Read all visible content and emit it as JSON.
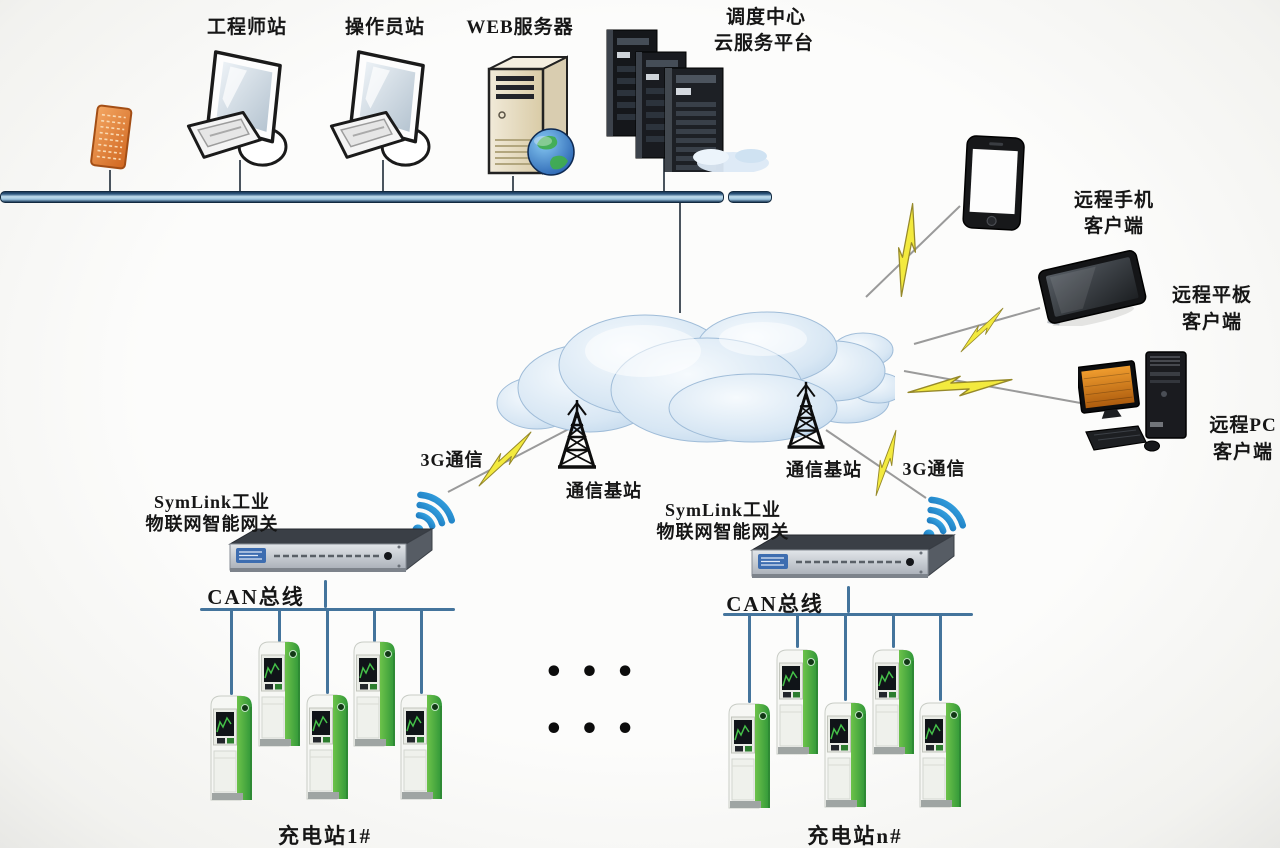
{
  "colors": {
    "background": "#fbfbfa",
    "bus_bar_dark": "#1c3a58",
    "bus_bar_light": "#c2deee",
    "can_bus_line": "#44749c",
    "lightning_yellow": "#f3ea3e",
    "wifi_blue": "#1878c8",
    "pile_green": "#3fae49",
    "cloud_blue": "#c8ddf0",
    "chip_orange": "#e08036",
    "pc_screen_orange": "#d8831f"
  },
  "top_row": {
    "engineer_station_label": "工程师站",
    "operator_station_label": "操作员站",
    "web_server_label": "WEB服务器",
    "dispatch_center_line1": "调度中心",
    "dispatch_center_line2": "云服务平台"
  },
  "remote_clients": {
    "phone_line1": "远程手机",
    "phone_line2": "客户端",
    "tablet_line1": "远程平板",
    "tablet_line2": "客户端",
    "pc_line1": "远程PC",
    "pc_line2": "客户端"
  },
  "wireless": {
    "g3_left_label": "3G通信",
    "g3_right_label": "3G通信",
    "base_station_left_label": "通信基站",
    "base_station_right_label": "通信基站"
  },
  "gateways": {
    "left_line1": "SymLink工业",
    "left_line2": "物联网智能网关",
    "right_line1": "SymLink工业",
    "right_line2": "物联网智能网关",
    "can_bus_left_label": "CAN总线",
    "can_bus_right_label": "CAN总线"
  },
  "stations": {
    "station1_label": "充电站1#",
    "stationN_label": "充电站n#",
    "ellipsis_row1": "• • •",
    "ellipsis_row2": "• • •"
  },
  "icons": {
    "network-chip-icon": "orange network adapter card",
    "workstation-icon": "desktop monitor with keyboard",
    "web-server-icon": "beige tower server with globe",
    "server-stack-icon": "three rack server towers",
    "cloud-icon": "internet cloud",
    "antenna-tower-icon": "communication base station mast",
    "lightning-icon": "wireless link flash",
    "wifi-icon": "wifi signal fan",
    "gateway-icon": "1U rack IoT gateway",
    "charging-pile-icon": "green EV charging pile",
    "phone-icon": "smartphone",
    "tablet-icon": "tablet",
    "desktop-pc-icon": "desktop PC with orange screen"
  }
}
